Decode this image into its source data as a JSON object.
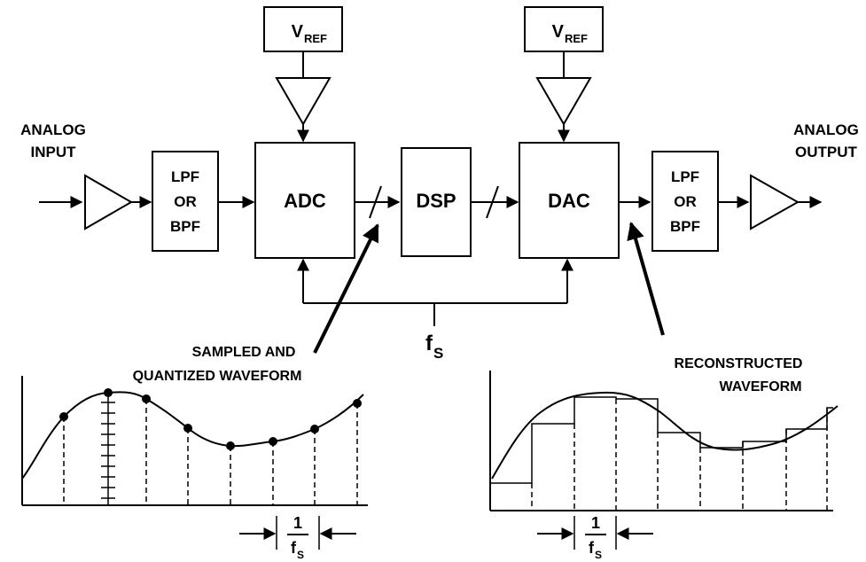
{
  "labels": {
    "analog_input": [
      "ANALOG",
      "INPUT"
    ],
    "analog_output": [
      "ANALOG",
      "OUTPUT"
    ],
    "filter_in": [
      "LPF",
      "OR",
      "BPF"
    ],
    "filter_out": [
      "LPF",
      "OR",
      "BPF"
    ],
    "adc": "ADC",
    "dsp": "DSP",
    "dac": "DAC",
    "vref": "V",
    "vref_sub": "REF",
    "fs": "f",
    "fs_sub": "S",
    "sampled": [
      "SAMPLED AND",
      "QUANTIZED WAVEFORM"
    ],
    "reconstructed": [
      "RECONSTRUCTED",
      "WAVEFORM"
    ],
    "period_num": "1",
    "period_den": "f",
    "period_den_sub": "S"
  }
}
